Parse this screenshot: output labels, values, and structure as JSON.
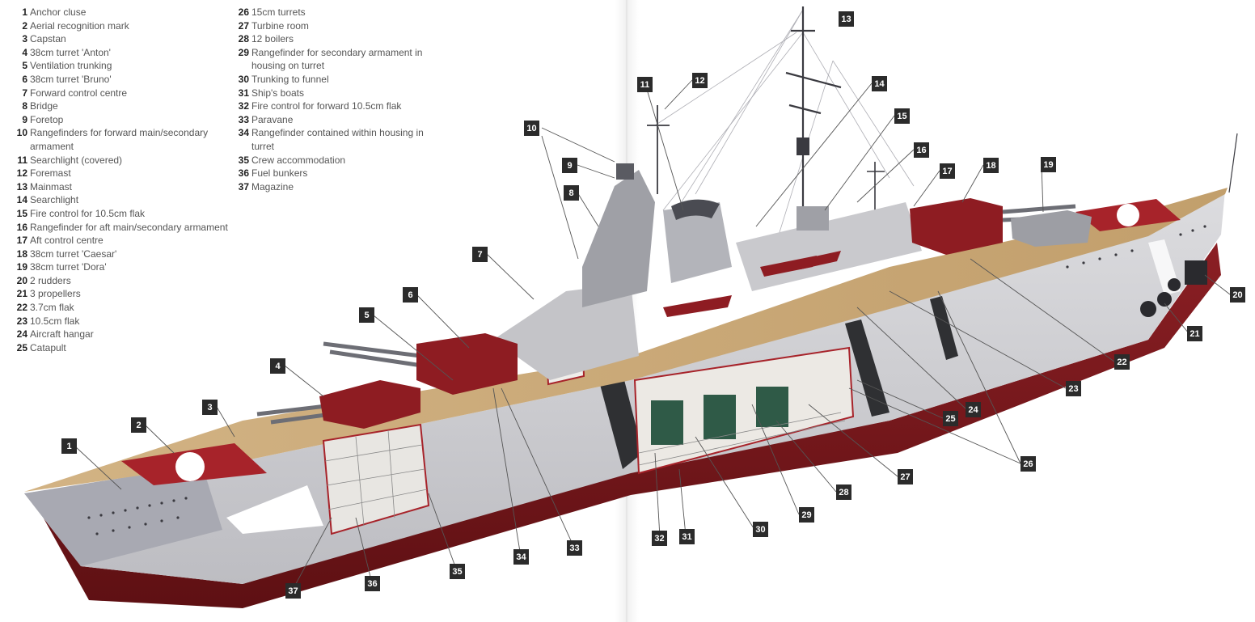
{
  "legend_left": [
    {
      "num": "1",
      "text": "Anchor cluse"
    },
    {
      "num": "2",
      "text": "Aerial recognition mark"
    },
    {
      "num": "3",
      "text": "Capstan"
    },
    {
      "num": "4",
      "text": "38cm turret 'Anton'"
    },
    {
      "num": "5",
      "text": "Ventilation trunking"
    },
    {
      "num": "6",
      "text": "38cm turret 'Bruno'"
    },
    {
      "num": "7",
      "text": "Forward control centre"
    },
    {
      "num": "8",
      "text": "Bridge"
    },
    {
      "num": "9",
      "text": "Foretop"
    },
    {
      "num": "10",
      "text": "Rangefinders for forward main/secondary armament"
    },
    {
      "num": "11",
      "text": "Searchlight (covered)"
    },
    {
      "num": "12",
      "text": "Foremast"
    },
    {
      "num": "13",
      "text": "Mainmast"
    },
    {
      "num": "14",
      "text": "Searchlight"
    },
    {
      "num": "15",
      "text": "Fire control for 10.5cm flak"
    },
    {
      "num": "16",
      "text": "Rangefinder for aft main/secondary armament"
    },
    {
      "num": "17",
      "text": "Aft control centre"
    },
    {
      "num": "18",
      "text": "38cm turret 'Caesar'"
    },
    {
      "num": "19",
      "text": "38cm turret 'Dora'"
    },
    {
      "num": "20",
      "text": "2 rudders"
    },
    {
      "num": "21",
      "text": "3 propellers"
    },
    {
      "num": "22",
      "text": "3.7cm flak"
    },
    {
      "num": "23",
      "text": "10.5cm flak"
    },
    {
      "num": "24",
      "text": "Aircraft hangar"
    },
    {
      "num": "25",
      "text": "Catapult"
    }
  ],
  "legend_right": [
    {
      "num": "26",
      "text": "15cm turrets"
    },
    {
      "num": "27",
      "text": "Turbine room"
    },
    {
      "num": "28",
      "text": "12 boilers"
    },
    {
      "num": "29",
      "text": "Rangefinder for secondary armament in housing on turret"
    },
    {
      "num": "30",
      "text": "Trunking to funnel"
    },
    {
      "num": "31",
      "text": "Ship's boats"
    },
    {
      "num": "32",
      "text": "Fire control for forward 10.5cm flak"
    },
    {
      "num": "33",
      "text": "Paravane"
    },
    {
      "num": "34",
      "text": "Rangefinder contained within housing in turret"
    },
    {
      "num": "35",
      "text": "Crew accommodation"
    },
    {
      "num": "36",
      "text": "Fuel bunkers"
    },
    {
      "num": "37",
      "text": "Magazine"
    }
  ],
  "callouts": [
    "1",
    "2",
    "3",
    "4",
    "5",
    "6",
    "7",
    "8",
    "9",
    "10",
    "11",
    "12",
    "13",
    "14",
    "15",
    "16",
    "17",
    "18",
    "19",
    "20",
    "21",
    "22",
    "23",
    "24",
    "25",
    "26",
    "26b",
    "27",
    "28",
    "29",
    "30",
    "31",
    "32",
    "33",
    "34",
    "35",
    "36",
    "37"
  ],
  "callout_labels": {
    "1": "1",
    "2": "2",
    "3": "3",
    "4": "4",
    "5": "5",
    "6": "6",
    "7": "7",
    "8": "8",
    "9": "9",
    "10": "10",
    "11": "11",
    "12": "12",
    "13": "13",
    "14": "14",
    "15": "15",
    "16": "16",
    "17": "17",
    "18": "18",
    "19": "19",
    "20": "20",
    "21": "21",
    "22": "22",
    "23": "23",
    "24": "24",
    "25": "25",
    "26": "26",
    "26b": "26",
    "27": "27",
    "28": "28",
    "29": "29",
    "30": "30",
    "31": "31",
    "32": "32",
    "33": "33",
    "34": "34",
    "35": "35",
    "36": "36",
    "37": "37"
  },
  "colors": {
    "hull_red": "#7a1a1e",
    "deck_tan": "#c9a877",
    "turret_red": "#8e1c22",
    "hull_grey": "#cfcfd2",
    "superstructure_grey": "#b9b9bd",
    "callout_bg": "#2b2b2b",
    "leader_line": "#555555"
  }
}
